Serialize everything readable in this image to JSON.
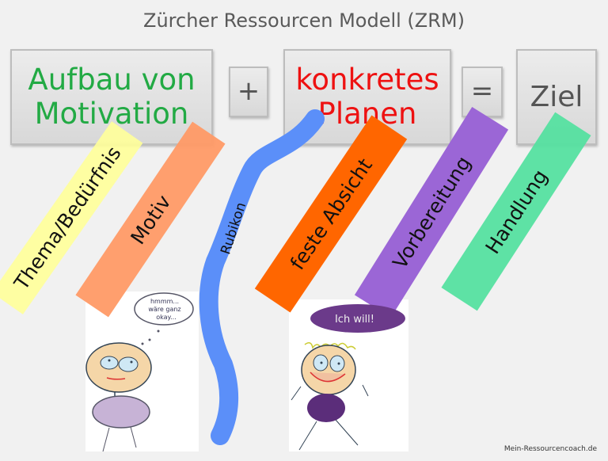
{
  "title": "Zürcher Ressourcen Modell (ZRM)",
  "boxes": {
    "motivation": {
      "line1": "Aufbau von",
      "line2": "Motivation",
      "color": "#22aa44"
    },
    "plus": "+",
    "planen": {
      "line1": "konkretes",
      "line2": "Planen",
      "color": "#ee1111"
    },
    "equals": "=",
    "ziel": "Ziel"
  },
  "stages": [
    {
      "label": "Thema/Bedürfnis",
      "color": "#ffff99"
    },
    {
      "label": "Motiv",
      "color": "#ff9a66"
    },
    {
      "label": "Rubikon",
      "color": "#5b8ff9"
    },
    {
      "label": "feste Absicht",
      "color": "#ff6600"
    },
    {
      "label": "Vorbereitung",
      "color": "#9b66d6"
    },
    {
      "label": "Handlung",
      "color": "#55e0a0"
    }
  ],
  "bubbles": {
    "thinking": {
      "line1": "hmmm...",
      "line2": "wäre ganz",
      "line3": "okay..."
    },
    "speaking": "Ich will!"
  },
  "credit": "Mein-Ressourcencoach.de"
}
